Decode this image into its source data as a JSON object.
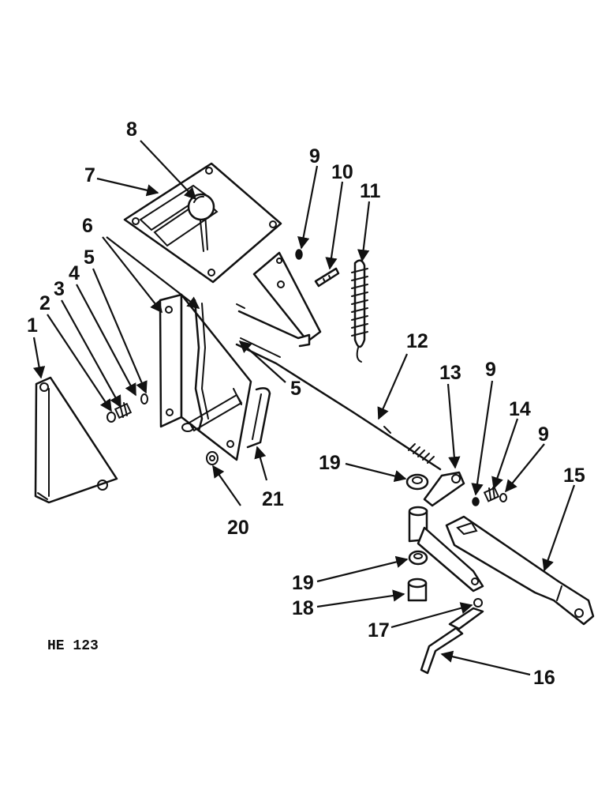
{
  "figure_id": "HE 123",
  "callouts": [
    "1",
    "2",
    "3",
    "4",
    "5",
    "5",
    "6",
    "7",
    "8",
    "9",
    "9",
    "9",
    "10",
    "11",
    "12",
    "13",
    "14",
    "15",
    "16",
    "17",
    "18",
    "19",
    "19",
    "20",
    "21"
  ]
}
